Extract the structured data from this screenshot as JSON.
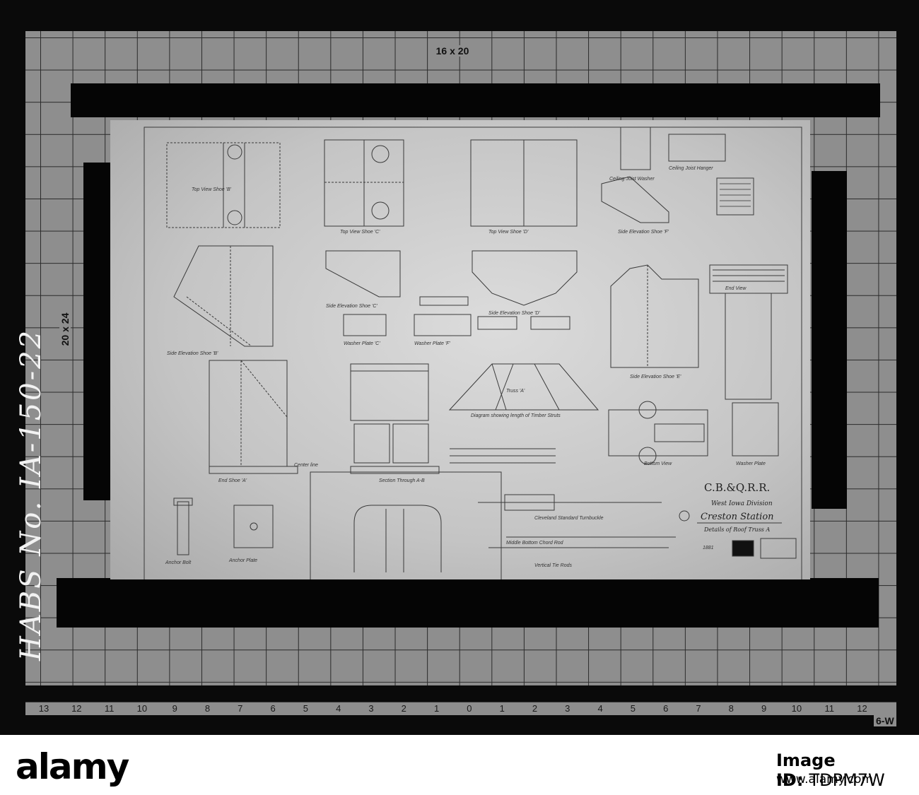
{
  "photo": {
    "grid_labels": {
      "top": "16 x 20",
      "left": "20 x 24"
    },
    "ruler_ticks": [
      "13",
      "12",
      "11",
      "10",
      "9",
      "8",
      "7",
      "6",
      "5",
      "4",
      "3",
      "2",
      "1",
      "0",
      "1",
      "2",
      "3",
      "4",
      "5",
      "6",
      "7",
      "8",
      "9",
      "10",
      "11",
      "12"
    ],
    "card_code": "6-W",
    "handwritten_label": "HABS No. IA-150-22"
  },
  "drawing": {
    "title_block": {
      "railroad": "C.B.&Q.R.R.",
      "division": "West Iowa Division",
      "station": "Creston Station",
      "subtitle": "Details of Roof Truss A"
    },
    "view_labels": {
      "top_view_b": "Top View Shoe 'B'",
      "top_view_c": "Top View Shoe 'C'",
      "top_view_d": "Top View Shoe 'D'",
      "side_elev_b": "Side Elevation Shoe 'B'",
      "side_elev_c": "Side Elevation Shoe 'C'",
      "side_elev_d": "Side Elevation Shoe 'D'",
      "side_elev_f": "Side Elevation Shoe 'F'",
      "side_elev_e": "Side Elevation Shoe 'E'",
      "end_shoe_a": "End Shoe 'A'",
      "section_ab": "Section Through A-B",
      "truss_a": "Truss 'A'",
      "diagram_struts": "Diagram showing length of Timber Struts",
      "anchor_bolt": "Anchor Bolt",
      "anchor_plate": "Anchor Plate",
      "washer_plate_c": "Washer Plate 'C'",
      "washer_plate_f": "Washer Plate 'F'",
      "washer_plate": "Washer Plate",
      "bottom_view": "Bottom View",
      "end_view": "End View",
      "ceiling_joist_washer": "Ceiling Joist Washer",
      "ceiling_joist_hanger": "Ceiling Joist Hanger",
      "turnbuckle": "Cleveland Standard Turnbuckle",
      "middle_chord_rod": "Middle Bottom Chord Rod",
      "vertical_tie_rods": "Vertical Tie Rods",
      "center_line": "Center line",
      "sheet_number": "1881"
    }
  },
  "footer": {
    "logo_text": "alamy",
    "image_id_label": "Image ID:",
    "image_id": "TDPM7W",
    "url": "www.alamy.com"
  }
}
